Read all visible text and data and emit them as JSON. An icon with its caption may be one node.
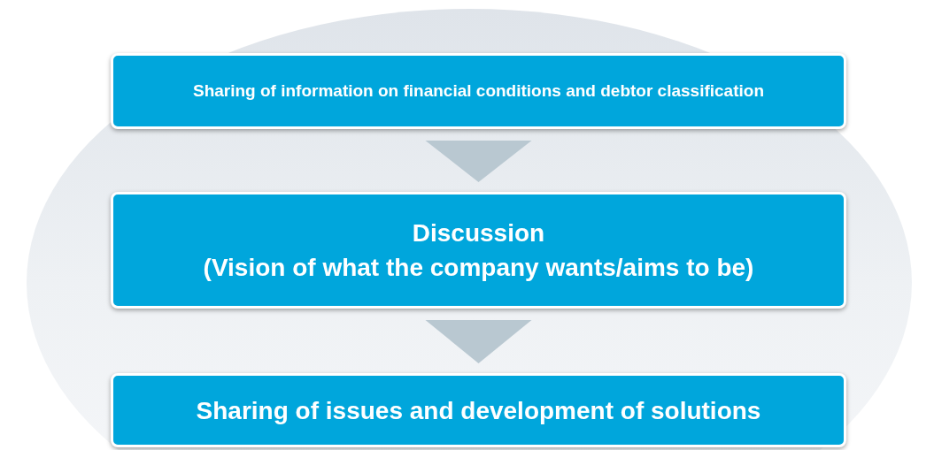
{
  "diagram": {
    "nodes": [
      {
        "text": [
          "Sharing of information on financial conditions and debtor classification"
        ]
      },
      {
        "text": [
          "Discussion",
          "(Vision of what the company wants/aims to be)"
        ]
      },
      {
        "text": [
          "Sharing of issues and development of solutions"
        ]
      }
    ],
    "edges": [
      {
        "from": 0,
        "to": 1,
        "arrow": "to"
      },
      {
        "from": 1,
        "to": 2,
        "arrow": "to"
      }
    ]
  }
}
